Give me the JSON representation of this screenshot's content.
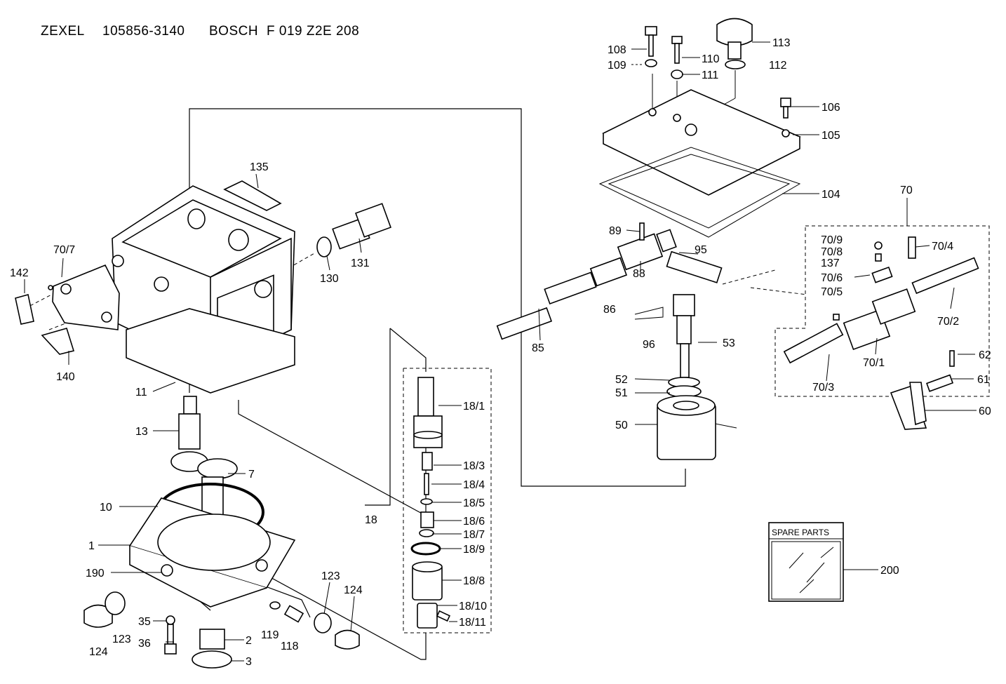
{
  "header": {
    "maker1": "ZEXEL",
    "num1": "105856-3140",
    "maker2": "BOSCH",
    "num2": "F 019 Z2E 208"
  },
  "callouts": [
    {
      "id": "c113",
      "text": "113"
    },
    {
      "id": "c108",
      "text": "108"
    },
    {
      "id": "c110",
      "text": "110"
    },
    {
      "id": "c109",
      "text": "109"
    },
    {
      "id": "c111",
      "text": "111"
    },
    {
      "id": "c112",
      "text": "112"
    },
    {
      "id": "c106",
      "text": "106"
    },
    {
      "id": "c105",
      "text": "105"
    },
    {
      "id": "c135",
      "text": "135"
    },
    {
      "id": "c104",
      "text": "104"
    },
    {
      "id": "c70",
      "text": "70"
    },
    {
      "id": "c89",
      "text": "89"
    },
    {
      "id": "c709",
      "text": "70/9"
    },
    {
      "id": "c704",
      "text": "70/4"
    },
    {
      "id": "c708",
      "text": "70/8"
    },
    {
      "id": "c95",
      "text": "95"
    },
    {
      "id": "c707",
      "text": "70/7"
    },
    {
      "id": "c137",
      "text": "137"
    },
    {
      "id": "c131",
      "text": "131"
    },
    {
      "id": "c706",
      "text": "70/6"
    },
    {
      "id": "c142",
      "text": "142"
    },
    {
      "id": "c130",
      "text": "130"
    },
    {
      "id": "c88",
      "text": "88"
    },
    {
      "id": "c705",
      "text": "70/5"
    },
    {
      "id": "c86",
      "text": "86"
    },
    {
      "id": "c702",
      "text": "70/2"
    },
    {
      "id": "c96",
      "text": "96"
    },
    {
      "id": "c53",
      "text": "53"
    },
    {
      "id": "c85",
      "text": "85"
    },
    {
      "id": "c701",
      "text": "70/1"
    },
    {
      "id": "c62",
      "text": "62"
    },
    {
      "id": "c140",
      "text": "140"
    },
    {
      "id": "c52",
      "text": "52"
    },
    {
      "id": "c703",
      "text": "70/3"
    },
    {
      "id": "c61",
      "text": "61"
    },
    {
      "id": "c11",
      "text": "11"
    },
    {
      "id": "c51",
      "text": "51"
    },
    {
      "id": "c181",
      "text": "18/1"
    },
    {
      "id": "c60",
      "text": "60"
    },
    {
      "id": "c13",
      "text": "13"
    },
    {
      "id": "c50",
      "text": "50"
    },
    {
      "id": "c183",
      "text": "18/3"
    },
    {
      "id": "c7",
      "text": "7"
    },
    {
      "id": "c184",
      "text": "18/4"
    },
    {
      "id": "c10",
      "text": "10"
    },
    {
      "id": "c185",
      "text": "18/5"
    },
    {
      "id": "c18",
      "text": "18"
    },
    {
      "id": "c186",
      "text": "18/6"
    },
    {
      "id": "c187",
      "text": "18/7"
    },
    {
      "id": "c1",
      "text": "1"
    },
    {
      "id": "c189",
      "text": "18/9"
    },
    {
      "id": "c190",
      "text": "190"
    },
    {
      "id": "c123a",
      "text": "123"
    },
    {
      "id": "c124a",
      "text": "124"
    },
    {
      "id": "c200",
      "text": "200"
    },
    {
      "id": "c188",
      "text": "18/8"
    },
    {
      "id": "c1810",
      "text": "18/10"
    },
    {
      "id": "c35",
      "text": "35"
    },
    {
      "id": "c1811",
      "text": "18/11"
    },
    {
      "id": "c119",
      "text": "119"
    },
    {
      "id": "c2",
      "text": "2"
    },
    {
      "id": "c123b",
      "text": "123"
    },
    {
      "id": "c118",
      "text": "118"
    },
    {
      "id": "c36",
      "text": "36"
    },
    {
      "id": "c124b",
      "text": "124"
    },
    {
      "id": "c3",
      "text": "3"
    }
  ],
  "spare_parts": {
    "label": "SPARE PARTS"
  }
}
